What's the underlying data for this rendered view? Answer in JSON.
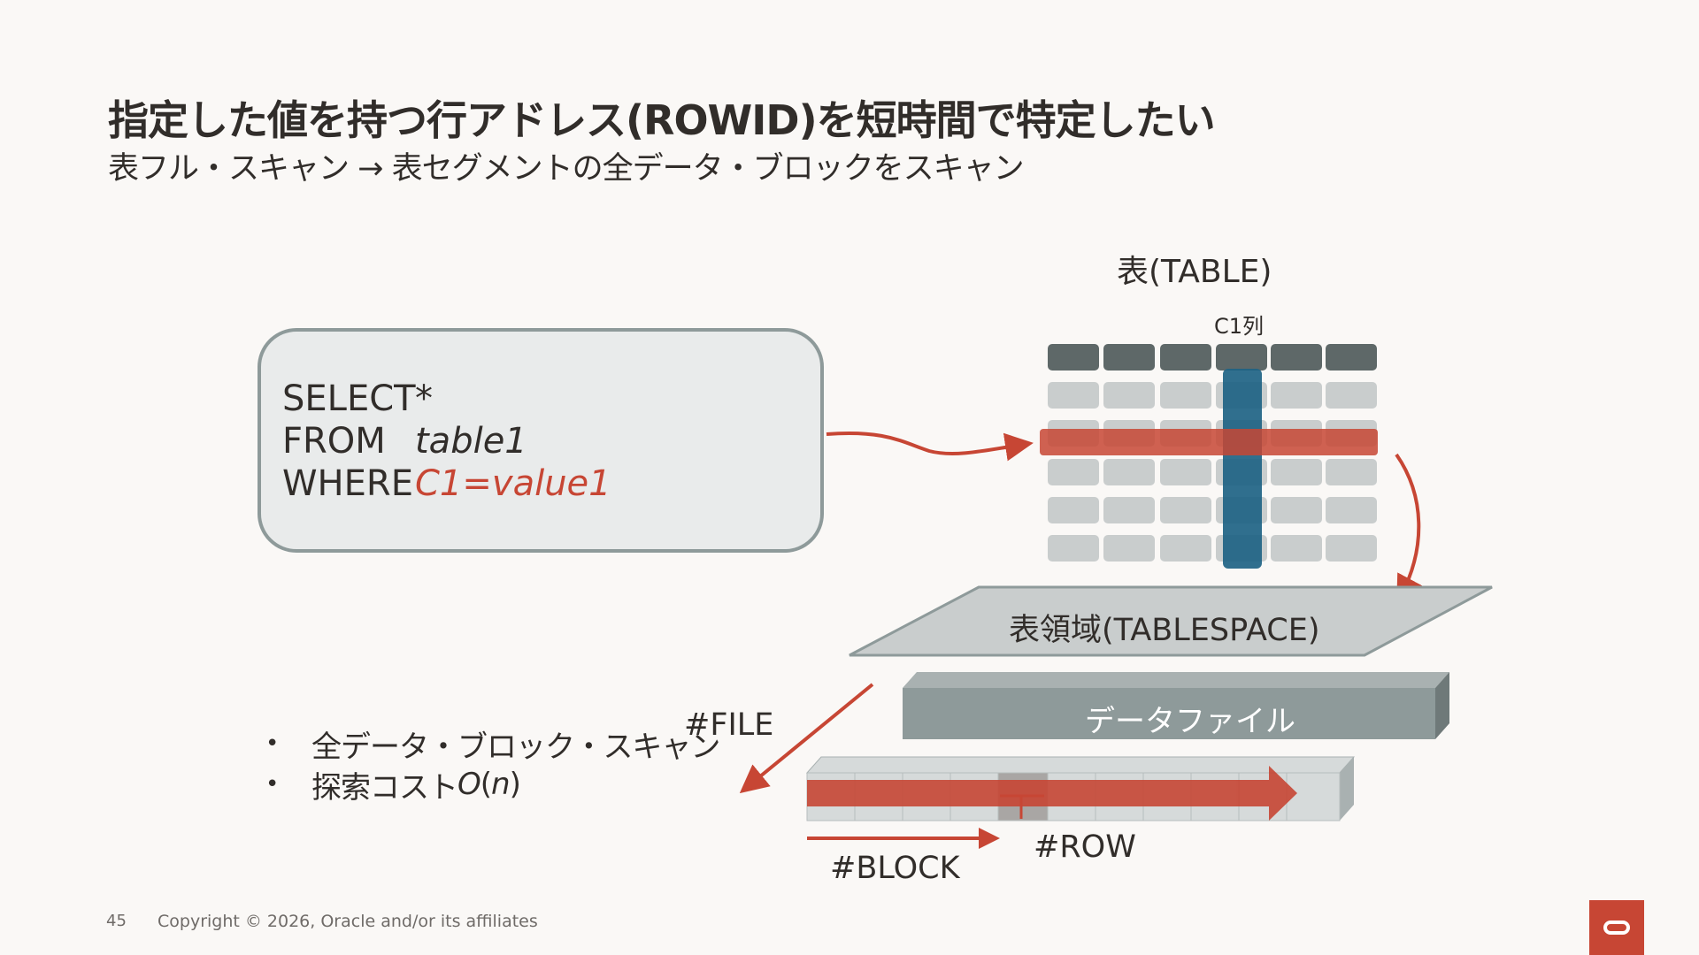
{
  "slide": {
    "title": "指定した値を持つ行アドレス(ROWID)を短時間で特定したい",
    "subtitle": "表フル・スキャン → 表セグメントの全データ・ブロックをスキャン",
    "page_number": "45",
    "copyright": "Copyright © 2026, Oracle and/or its affiliates"
  },
  "sql": {
    "select_kw": "SELECT",
    "select_val": "*",
    "from_kw": "FROM",
    "from_val": "table1",
    "where_kw": "WHERE",
    "where_val": "C1=value1"
  },
  "diagram": {
    "table_label": "表(TABLE)",
    "column_label": "C1列",
    "tablespace_label": "表領域(TABLESPACE)",
    "datafile_label": "データファイル",
    "file_label": "#FILE",
    "block_label": "#BLOCK",
    "row_label": "#ROW"
  },
  "bullets": [
    "全データ・ブロック・スキャン",
    "探索コスト",
    "O",
    "(",
    "n",
    ")"
  ],
  "colors": {
    "accent_red": "#c74634",
    "column_blue": "#1e6384",
    "header_gray": "#5e6868",
    "cell_gray": "#c9cdcd"
  }
}
